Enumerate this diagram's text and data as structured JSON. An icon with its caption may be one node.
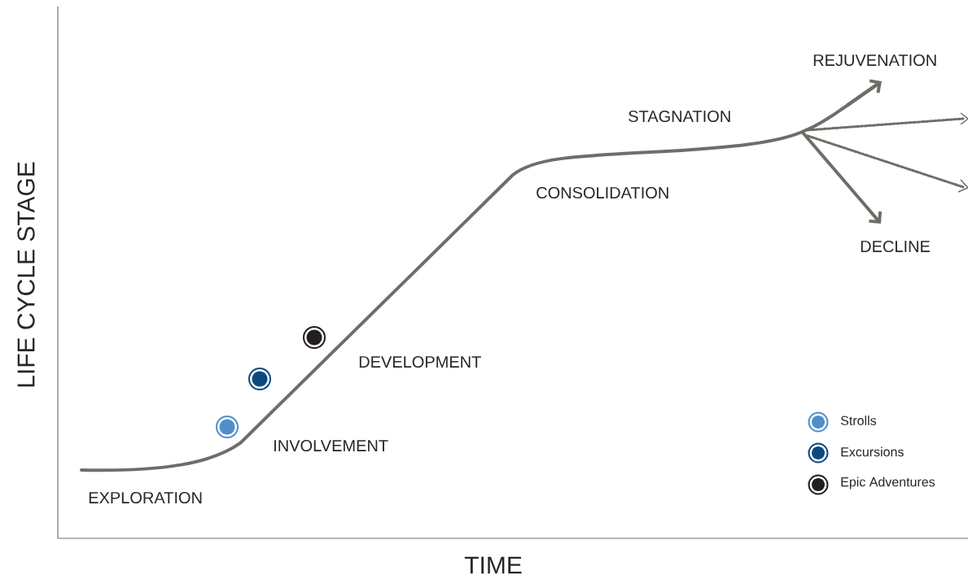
{
  "diagram": {
    "labels": [
      "LIFE CYCLE STAGE",
      "REJUVENATION",
      "STAGNATION",
      "CONSOLIDATION",
      "DECLINE",
      "DEVELOPMENT",
      "INVOLVEMENT",
      "EXPLORATION",
      "TIME"
    ],
    "legend": [
      {
        "text": "Strolls",
        "color": "#4f8fc9"
      },
      {
        "text": "Excursions",
        "color": "#0b4a80"
      },
      {
        "text": "Epic Adventures",
        "color": "#231f20"
      }
    ]
  }
}
